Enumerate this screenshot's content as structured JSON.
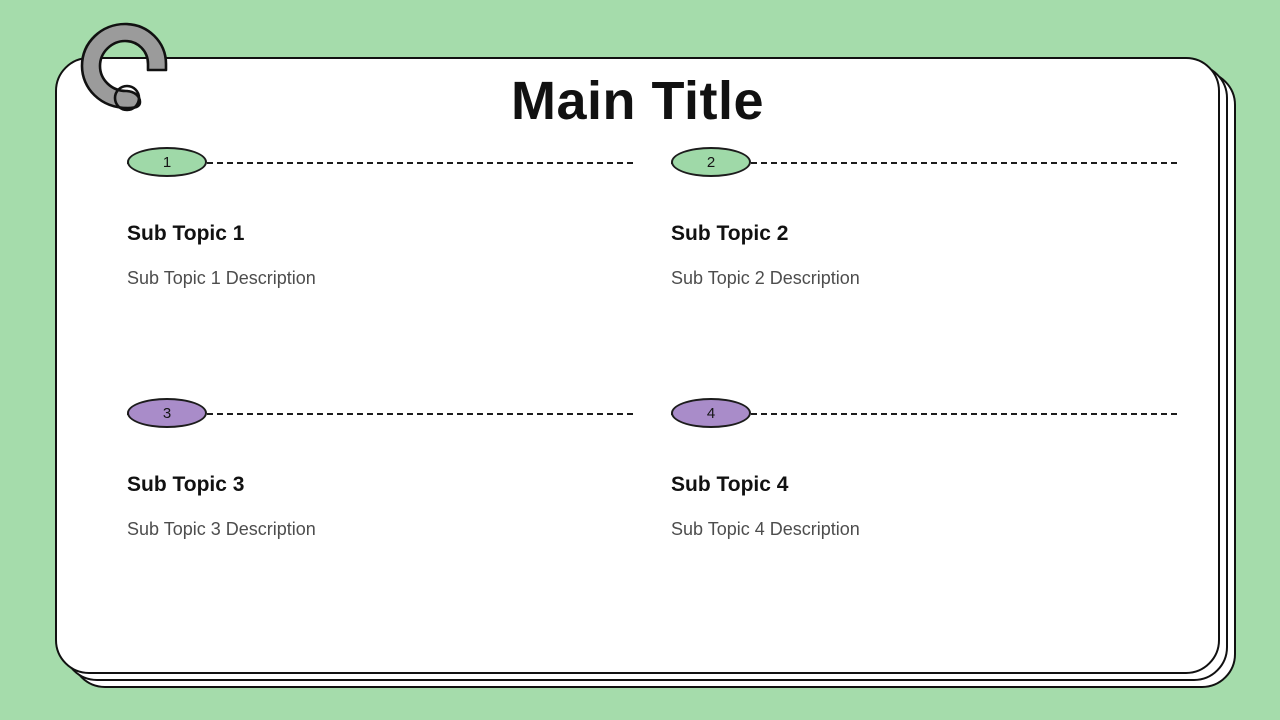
{
  "theme": {
    "background_color": "#a5dcab",
    "card_color": "#ffffff",
    "outline_color": "#111111",
    "badge_green": "#9fd9a8",
    "badge_purple": "#a98cc9",
    "heading_color": "#111111",
    "description_color": "#4d4d4d",
    "hook_color": "#9b9b9b"
  },
  "header": {
    "title": "Main Title"
  },
  "items": [
    {
      "number": "1",
      "badge_color": "green",
      "title": "Sub Topic 1",
      "description": "Sub Topic 1 Description"
    },
    {
      "number": "2",
      "badge_color": "green",
      "title": "Sub Topic 2",
      "description": "Sub Topic 2 Description"
    },
    {
      "number": "3",
      "badge_color": "purple",
      "title": "Sub Topic 3",
      "description": "Sub Topic 3 Description"
    },
    {
      "number": "4",
      "badge_color": "purple",
      "title": "Sub Topic 4",
      "description": "Sub Topic 4 Description"
    }
  ]
}
